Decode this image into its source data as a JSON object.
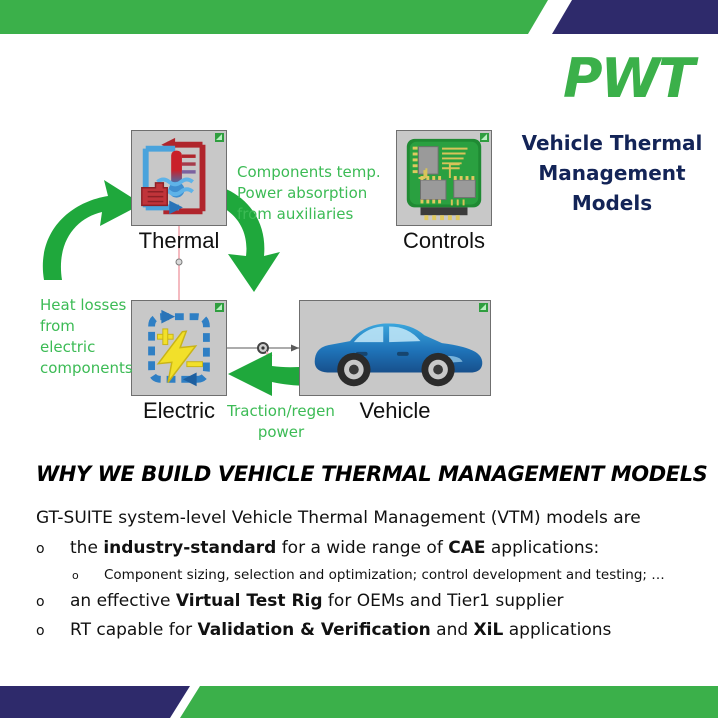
{
  "brand": {
    "logo_text": "PWT",
    "logo_color": "#3BB04A",
    "navy_color": "#2E2A6B",
    "title_lines": [
      "Vehicle Thermal",
      "Management",
      "Models"
    ],
    "title_color": "#132457"
  },
  "diagram": {
    "blocks": [
      {
        "id": "thermal",
        "label": "Thermal",
        "icon": "thermometer-coolant-icon"
      },
      {
        "id": "controls",
        "label": "Controls",
        "icon": "circuit-board-icon"
      },
      {
        "id": "electric",
        "label": "Electric",
        "icon": "lightning-bolt-battery-icon"
      },
      {
        "id": "vehicle",
        "label": "Vehicle",
        "icon": "sedan-car-icon"
      }
    ],
    "notes": [
      {
        "id": "components",
        "lines": [
          "Components temp.",
          "Power absorption",
          "from auxiliaries"
        ]
      },
      {
        "id": "heat",
        "lines": [
          "Heat losses",
          "from electric",
          "components"
        ]
      },
      {
        "id": "traction",
        "lines": [
          "Traction/regen",
          "power"
        ]
      }
    ],
    "note_color": "#3CBB55",
    "arrow_color": "#1FA83C"
  },
  "content": {
    "heading": "WHY WE BUILD VEHICLE THERMAL MANAGEMENT MODELS",
    "lead": "GT-SUITE system-level Vehicle Thermal Management (VTM) models are",
    "bullet_marker": "o",
    "bullets": [
      {
        "marker": "o",
        "parts": [
          {
            "text": "the ",
            "bold": false
          },
          {
            "text": "industry-standard",
            "bold": true
          },
          {
            "text": " for a wide range of ",
            "bold": false
          },
          {
            "text": "CAE",
            "bold": true
          },
          {
            "text": " applications:",
            "bold": false
          }
        ],
        "sub": [
          {
            "marker": "o",
            "parts": [
              {
                "text": "Component sizing, selection and optimization; control development and testing; …",
                "bold": false
              }
            ]
          }
        ]
      },
      {
        "marker": "o",
        "parts": [
          {
            "text": "an effective ",
            "bold": false
          },
          {
            "text": "Virtual Test Rig",
            "bold": true
          },
          {
            "text": " for OEMs and Tier1 supplier",
            "bold": false
          }
        ],
        "sub": []
      },
      {
        "marker": "o",
        "parts": [
          {
            "text": "RT capable for ",
            "bold": false
          },
          {
            "text": "Validation & Verification",
            "bold": true
          },
          {
            "text": " and ",
            "bold": false
          },
          {
            "text": "XiL",
            "bold": true
          },
          {
            "text": " applications",
            "bold": false
          }
        ],
        "sub": []
      }
    ]
  }
}
